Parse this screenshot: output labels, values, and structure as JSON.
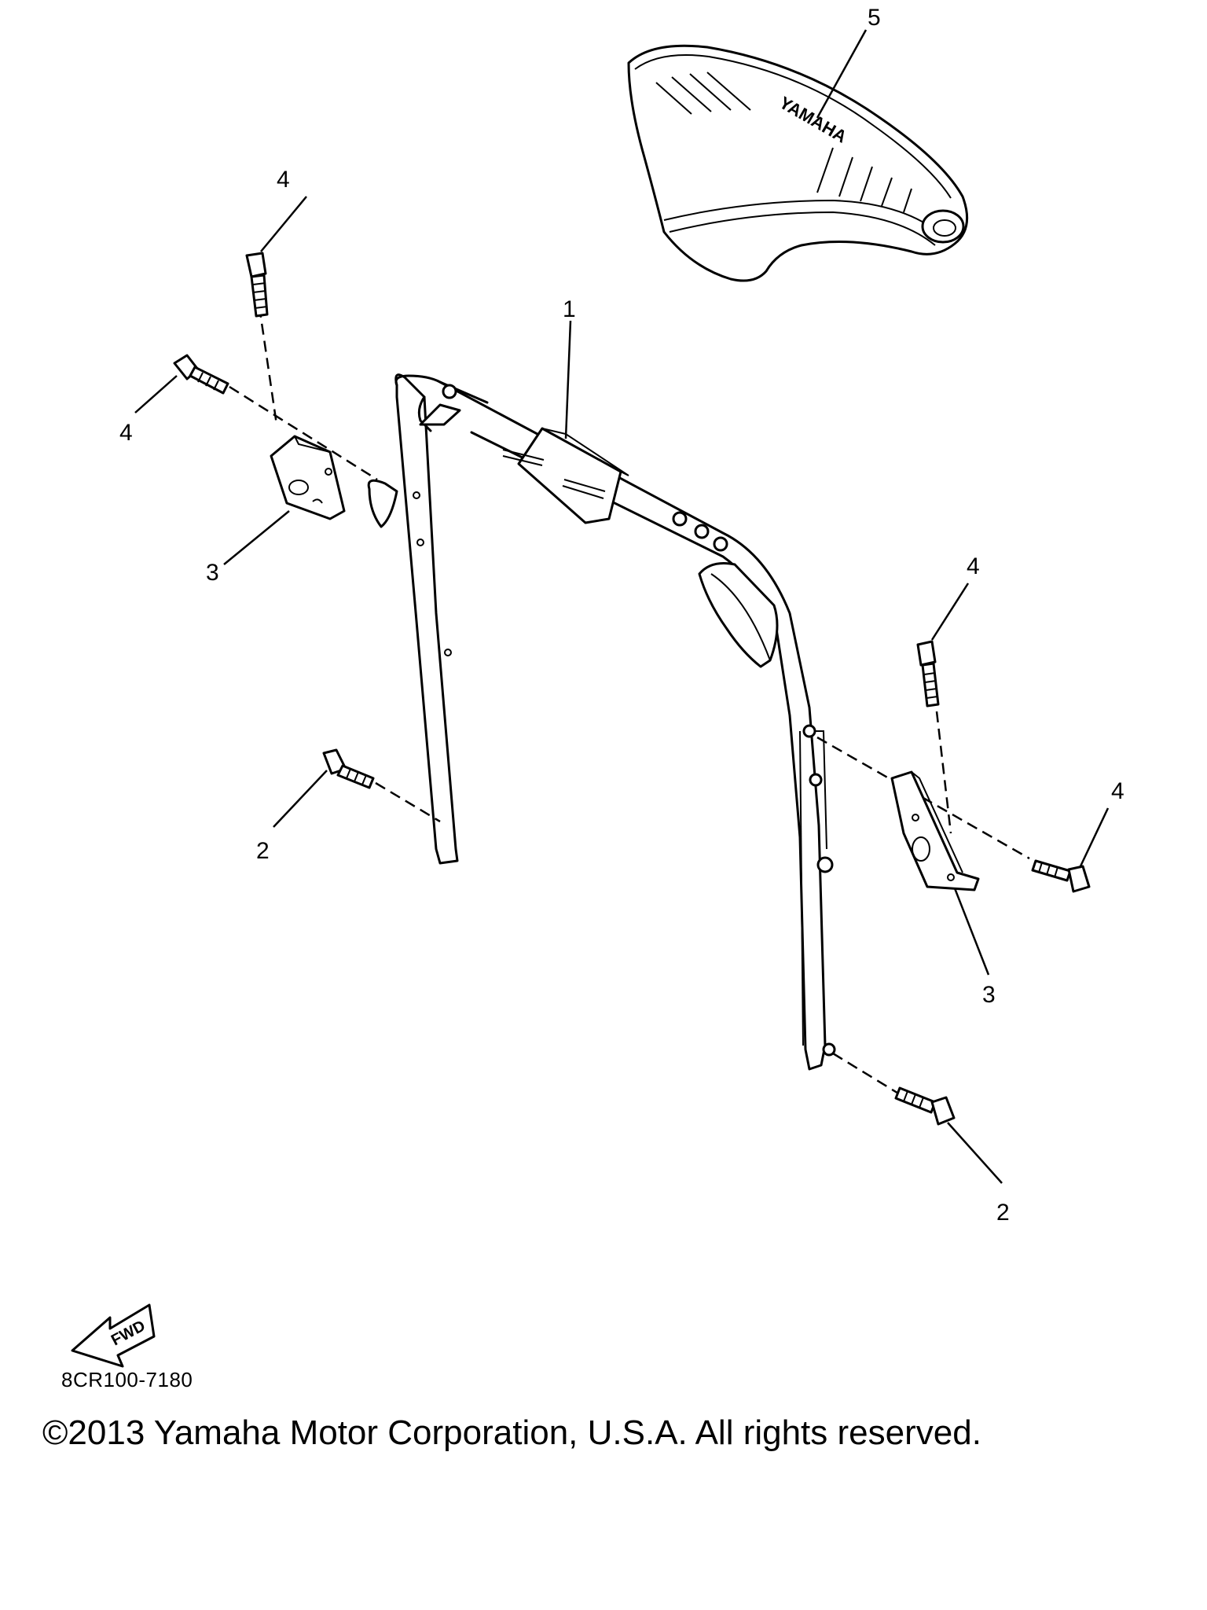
{
  "diagram": {
    "callouts": {
      "c1": "1",
      "c2a": "2",
      "c2b": "2",
      "c3a": "3",
      "c3b": "3",
      "c4a": "4",
      "c4b": "4",
      "c4c": "4",
      "c4d": "4",
      "c5": "5"
    },
    "seat_brand": "YAMAHA",
    "fwd_label": "FWD",
    "drawing_code": "8CR100-7180"
  },
  "footer": {
    "copyright": "©2013 Yamaha Motor Corporation, U.S.A. All rights reserved."
  }
}
